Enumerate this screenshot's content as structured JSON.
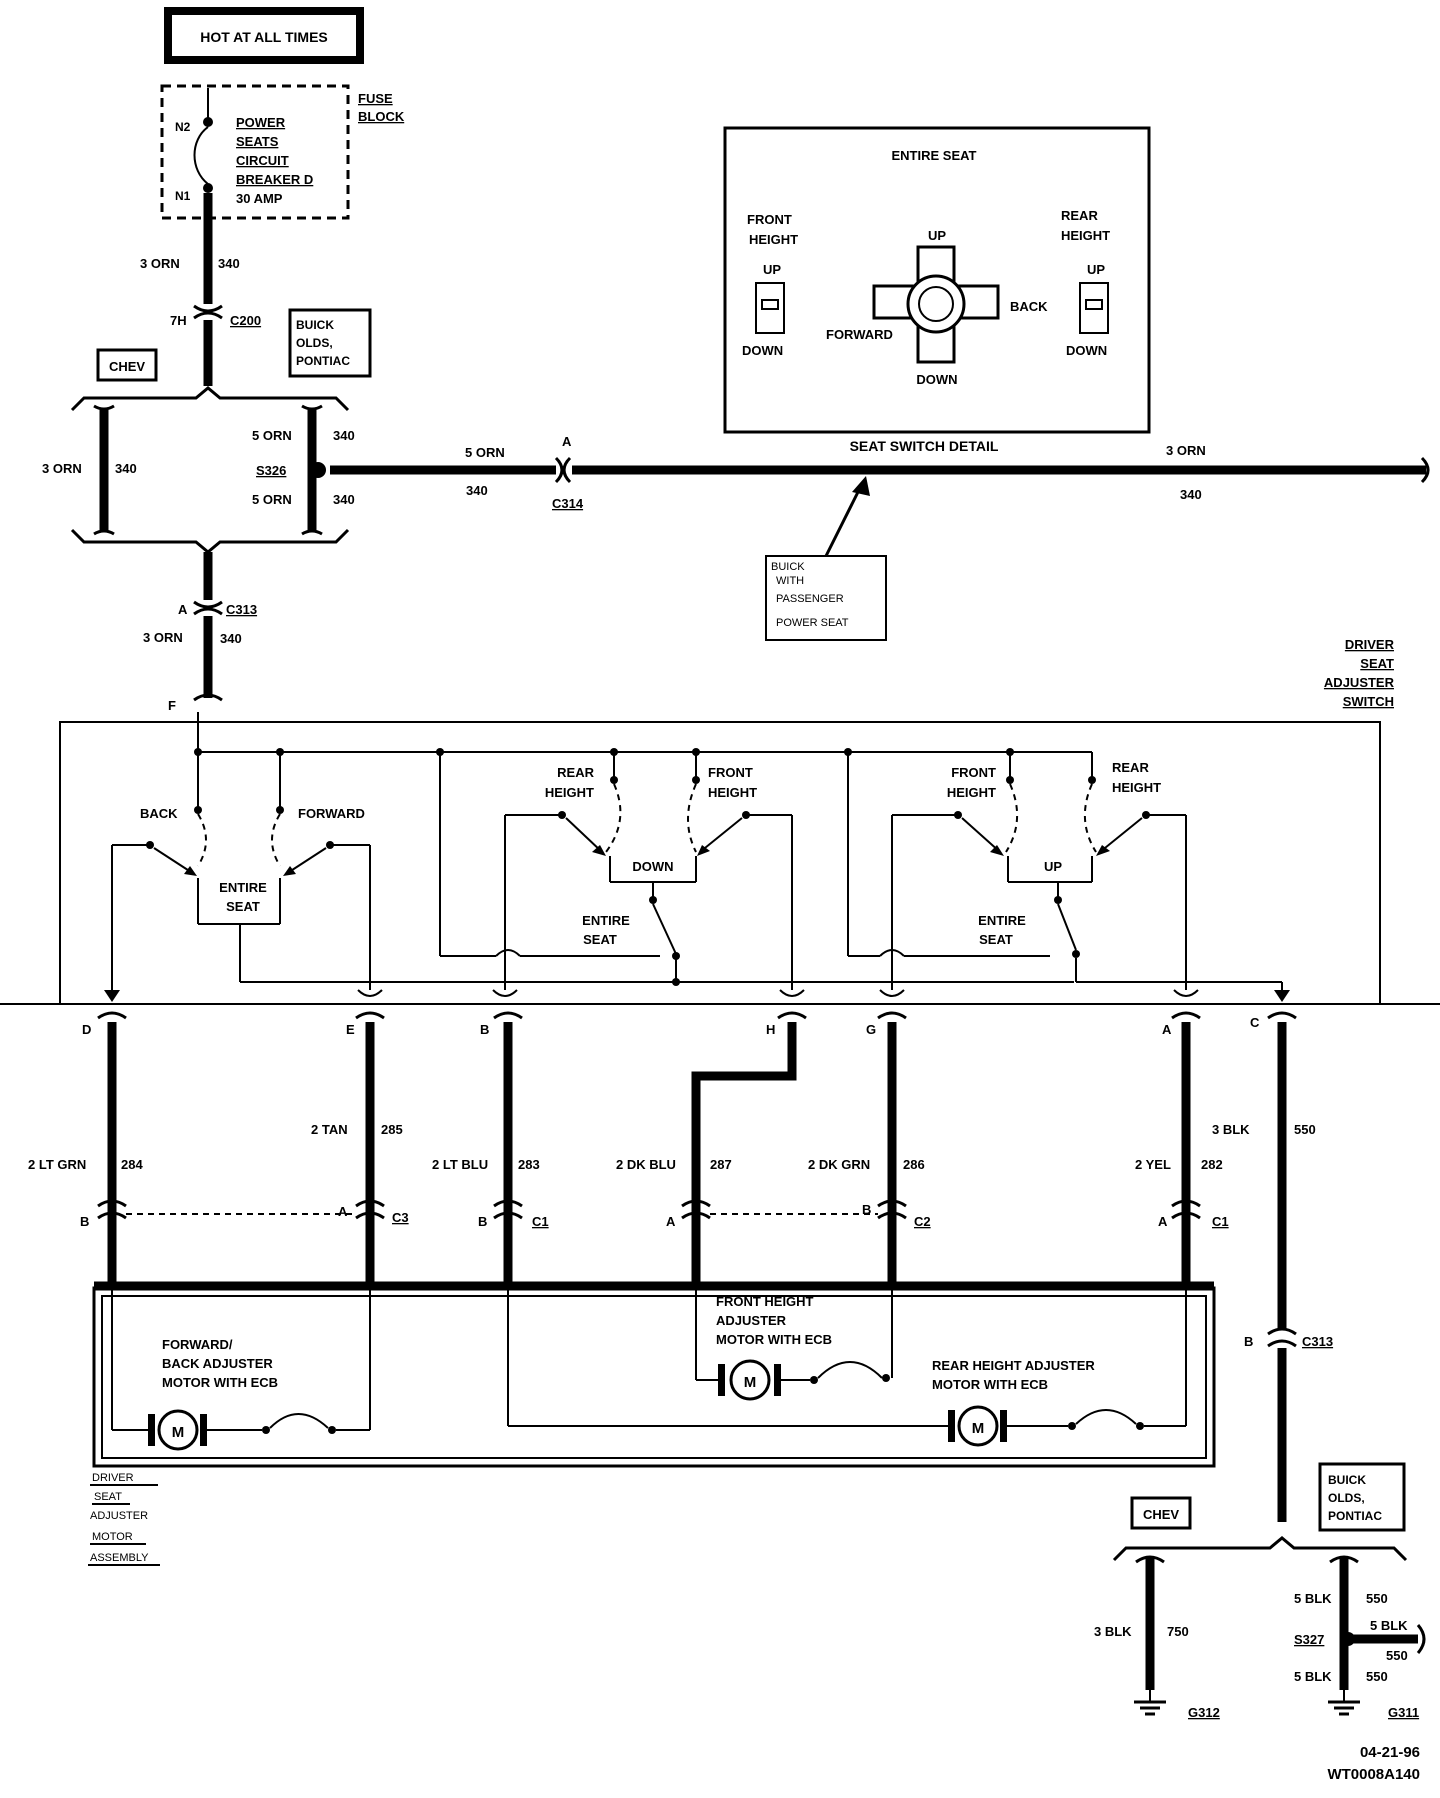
{
  "power_label": "HOT AT ALL TIMES",
  "fuse_block": {
    "title_1": "FUSE",
    "title_2": "BLOCK",
    "terminal_n2": "N2",
    "terminal_n1": "N1",
    "breaker": [
      "POWER",
      "SEATS",
      "CIRCUIT",
      "BREAKER D",
      "30 AMP"
    ]
  },
  "feed": {
    "gauge": "3 ORN",
    "circuit": "340",
    "c200_pin": "7H",
    "c200": "C200"
  },
  "variants": {
    "chev": "CHEV",
    "bop": [
      "BUICK",
      "OLDS,",
      "PONTIAC"
    ]
  },
  "splice_s326": {
    "name": "S326",
    "left_gauge": "3 ORN",
    "left_circuit": "340",
    "top_gauge": "5 ORN",
    "top_circuit": "340",
    "bottom_gauge": "5 ORN",
    "bottom_circuit": "340"
  },
  "passenger_feed": {
    "gauge_left": "5 ORN",
    "circuit_left": "340",
    "pin": "A",
    "connector": "C314",
    "gauge_right": "3 ORN",
    "circuit_right": "340",
    "note": [
      "BUICK",
      "WITH",
      "PASSENGER",
      "POWER SEAT"
    ]
  },
  "seat_switch_detail": {
    "caption": "SEAT SWITCH DETAIL",
    "heading": "ENTIRE SEAT",
    "front_height": [
      "FRONT",
      "HEIGHT"
    ],
    "rear_height": [
      "REAR",
      "HEIGHT"
    ],
    "up": "UP",
    "down": "DOWN",
    "forward": "FORWARD",
    "back": "BACK"
  },
  "c313_top": {
    "pin": "A",
    "name": "C313",
    "gauge": "3 ORN",
    "circuit": "340"
  },
  "switch": {
    "title": [
      "DRIVER",
      "SEAT",
      "ADJUSTER",
      "SWITCH"
    ],
    "pin_f": "F",
    "back": "BACK",
    "forward": "FORWARD",
    "entire_seat": [
      "ENTIRE",
      "SEAT"
    ],
    "rear_height": [
      "REAR",
      "HEIGHT"
    ],
    "front_height": [
      "FRONT",
      "HEIGHT"
    ],
    "down": "DOWN",
    "up": "UP"
  },
  "pins": [
    {
      "pin": "D",
      "gauge": "2 LT GRN",
      "circuit": "284",
      "cpin": "B",
      "conn": ""
    },
    {
      "pin": "E",
      "gauge": "2 TAN",
      "circuit": "285",
      "cpin": "A",
      "conn": "C3"
    },
    {
      "pin": "B",
      "gauge": "2 LT BLU",
      "circuit": "283",
      "cpin": "B",
      "conn": "C1"
    },
    {
      "pin": "H",
      "gauge": "2 DK BLU",
      "circuit": "287",
      "cpin": "A",
      "conn": ""
    },
    {
      "pin": "G",
      "gauge": "2 DK GRN",
      "circuit": "286",
      "cpin": "B",
      "conn": "C2"
    },
    {
      "pin": "A",
      "gauge": "2 YEL",
      "circuit": "282",
      "cpin": "A",
      "conn": "C1"
    },
    {
      "pin": "C",
      "gauge": "3 BLK",
      "circuit": "550",
      "cpin": "B",
      "conn": "C313"
    }
  ],
  "motors": {
    "forward_back": [
      "FORWARD/",
      "BACK ADJUSTER",
      "MOTOR WITH ECB"
    ],
    "front_height": [
      "FRONT HEIGHT",
      "ADJUSTER",
      "MOTOR WITH ECB"
    ],
    "rear_height": [
      "REAR HEIGHT ADJUSTER",
      "MOTOR WITH ECB"
    ],
    "symbol": "M",
    "assembly": [
      "DRIVER",
      "SEAT",
      "ADJUSTER",
      "MOTOR",
      "ASSEMBLY"
    ]
  },
  "grounds": {
    "chev_gauge": "3 BLK",
    "chev_circuit": "750",
    "chev_ground": "G312",
    "splice": "S327",
    "top_gauge": "5 BLK",
    "top_circuit": "550",
    "side_gauge": "5 BLK",
    "side_circuit": "550",
    "bottom_gauge": "5 BLK",
    "bottom_circuit": "550",
    "ground": "G311"
  },
  "footer": {
    "date": "04-21-96",
    "code": "WT0008A140"
  }
}
